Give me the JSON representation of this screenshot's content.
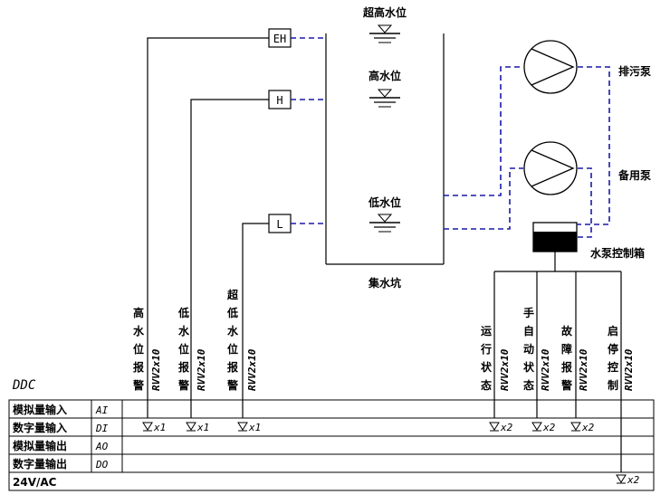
{
  "levels": {
    "super_high": "超高水位",
    "high": "高水位",
    "low": "低水位"
  },
  "sump_label": "集水坑",
  "sensor_boxes": {
    "super_high": "EH",
    "high": "H",
    "low": "L"
  },
  "pumps": {
    "drain": "排污泵",
    "standby": "备用泵"
  },
  "control_box_label": "水泵控制箱",
  "cable": "RVV2x10",
  "left_signals": [
    {
      "id": "super-high-alarm",
      "label": "高水位报警"
    },
    {
      "id": "low-level-alarm",
      "label": "低水位报警"
    },
    {
      "id": "super-low-alarm",
      "label": "超低水位报警"
    }
  ],
  "right_signals": [
    {
      "id": "run-status",
      "label": "运行状态"
    },
    {
      "id": "manual-auto-status",
      "label": "手自动状态"
    },
    {
      "id": "fault-alarm",
      "label": "故障报警"
    },
    {
      "id": "start-stop-control",
      "label": "启停控制"
    }
  ],
  "ddc": {
    "title": "DDC",
    "rows": [
      {
        "name": "模拟量输入",
        "code": "AI"
      },
      {
        "name": "数字量输入",
        "code": "DI"
      },
      {
        "name": "模拟量输出",
        "code": "AO"
      },
      {
        "name": "数字量输出",
        "code": "DO"
      },
      {
        "name": "24V/AC",
        "code": ""
      }
    ],
    "di_counts": [
      "x1",
      "x1",
      "x1",
      "x2",
      "x2",
      "x2"
    ],
    "do_counts": [
      "x2"
    ]
  },
  "colors": {
    "signal_line": "#1a1aa8",
    "wire": "#000000"
  }
}
